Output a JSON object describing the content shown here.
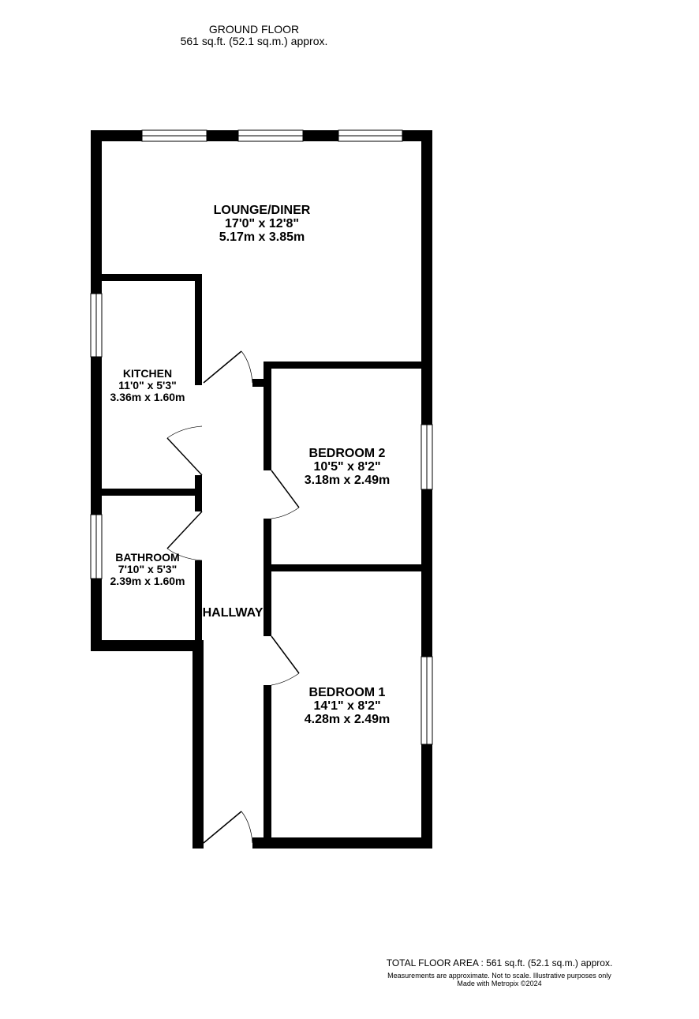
{
  "header": {
    "floor": "GROUND FLOOR",
    "area": "561 sq.ft. (52.1 sq.m.) approx."
  },
  "rooms": [
    {
      "name": "LOUNGE/DINER",
      "imperial": "17'0\"  x 12'8\"",
      "metric": "5.17m  x 3.85m"
    },
    {
      "name": "KITCHEN",
      "imperial": "11'0\"  x 5'3\"",
      "metric": "3.36m  x 1.60m"
    },
    {
      "name": "BEDROOM 2",
      "imperial": "10'5\"  x 8'2\"",
      "metric": "3.18m  x 2.49m"
    },
    {
      "name": "BATHROOM",
      "imperial": "7'10\"  x 5'3\"",
      "metric": "2.39m  x 1.60m"
    },
    {
      "name": "HALLWAY"
    },
    {
      "name": "BEDROOM 1",
      "imperial": "14'1\"  x 8'2\"",
      "metric": "4.28m  x 2.49m"
    }
  ],
  "footer": {
    "total": "TOTAL FLOOR AREA : 561 sq.ft. (52.1 sq.m.) approx.",
    "disclaimer": "Measurements are approximate.  Not to scale.  Illustrative purposes only",
    "credit": "Made with Metropix ©2024"
  }
}
